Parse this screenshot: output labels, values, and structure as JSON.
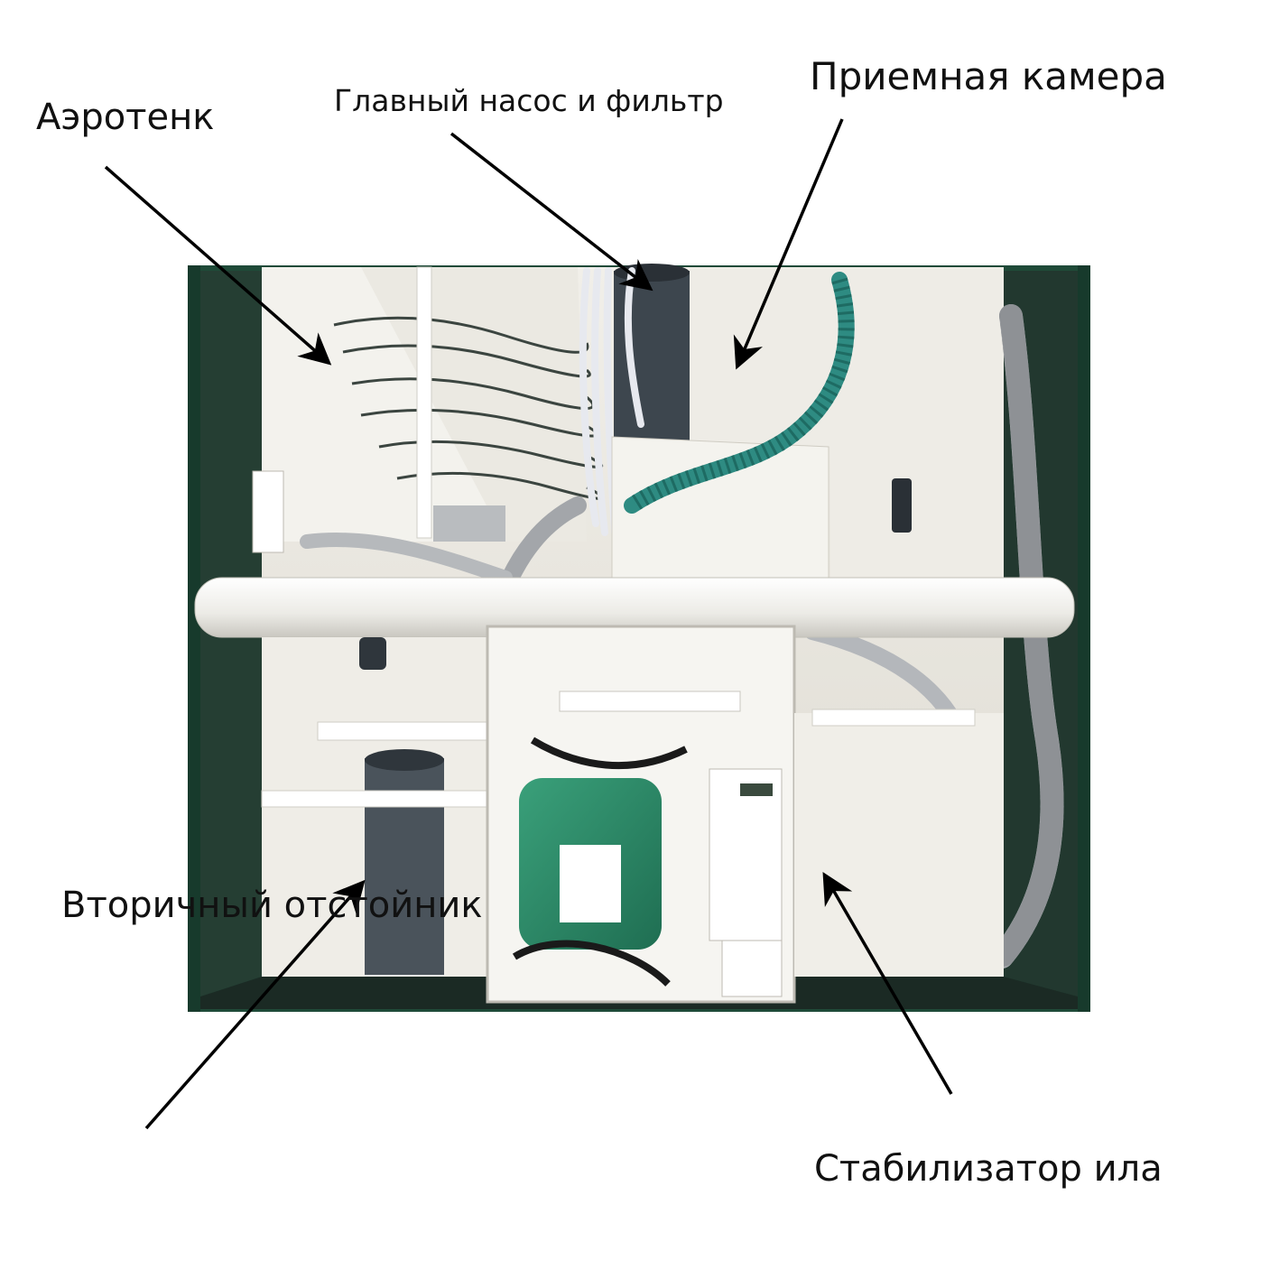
{
  "labels": {
    "aerotank": "Аэротенк",
    "main_pump_filter": "Главный насос и фильтр",
    "reception_chamber": "Приемная камера",
    "secondary_settler": "Вторичный отстойник",
    "sludge_stabilizer": "Стабилизатор ила"
  },
  "colors": {
    "tank_wall": "#1f4a38",
    "tank_inner": "#e9e7e0",
    "arrow": "#000000",
    "hose_green": "#2e8b82",
    "hose_grey": "#a9acb0",
    "compressor": "#2d8a68",
    "pipe_dark": "#3d464e"
  }
}
